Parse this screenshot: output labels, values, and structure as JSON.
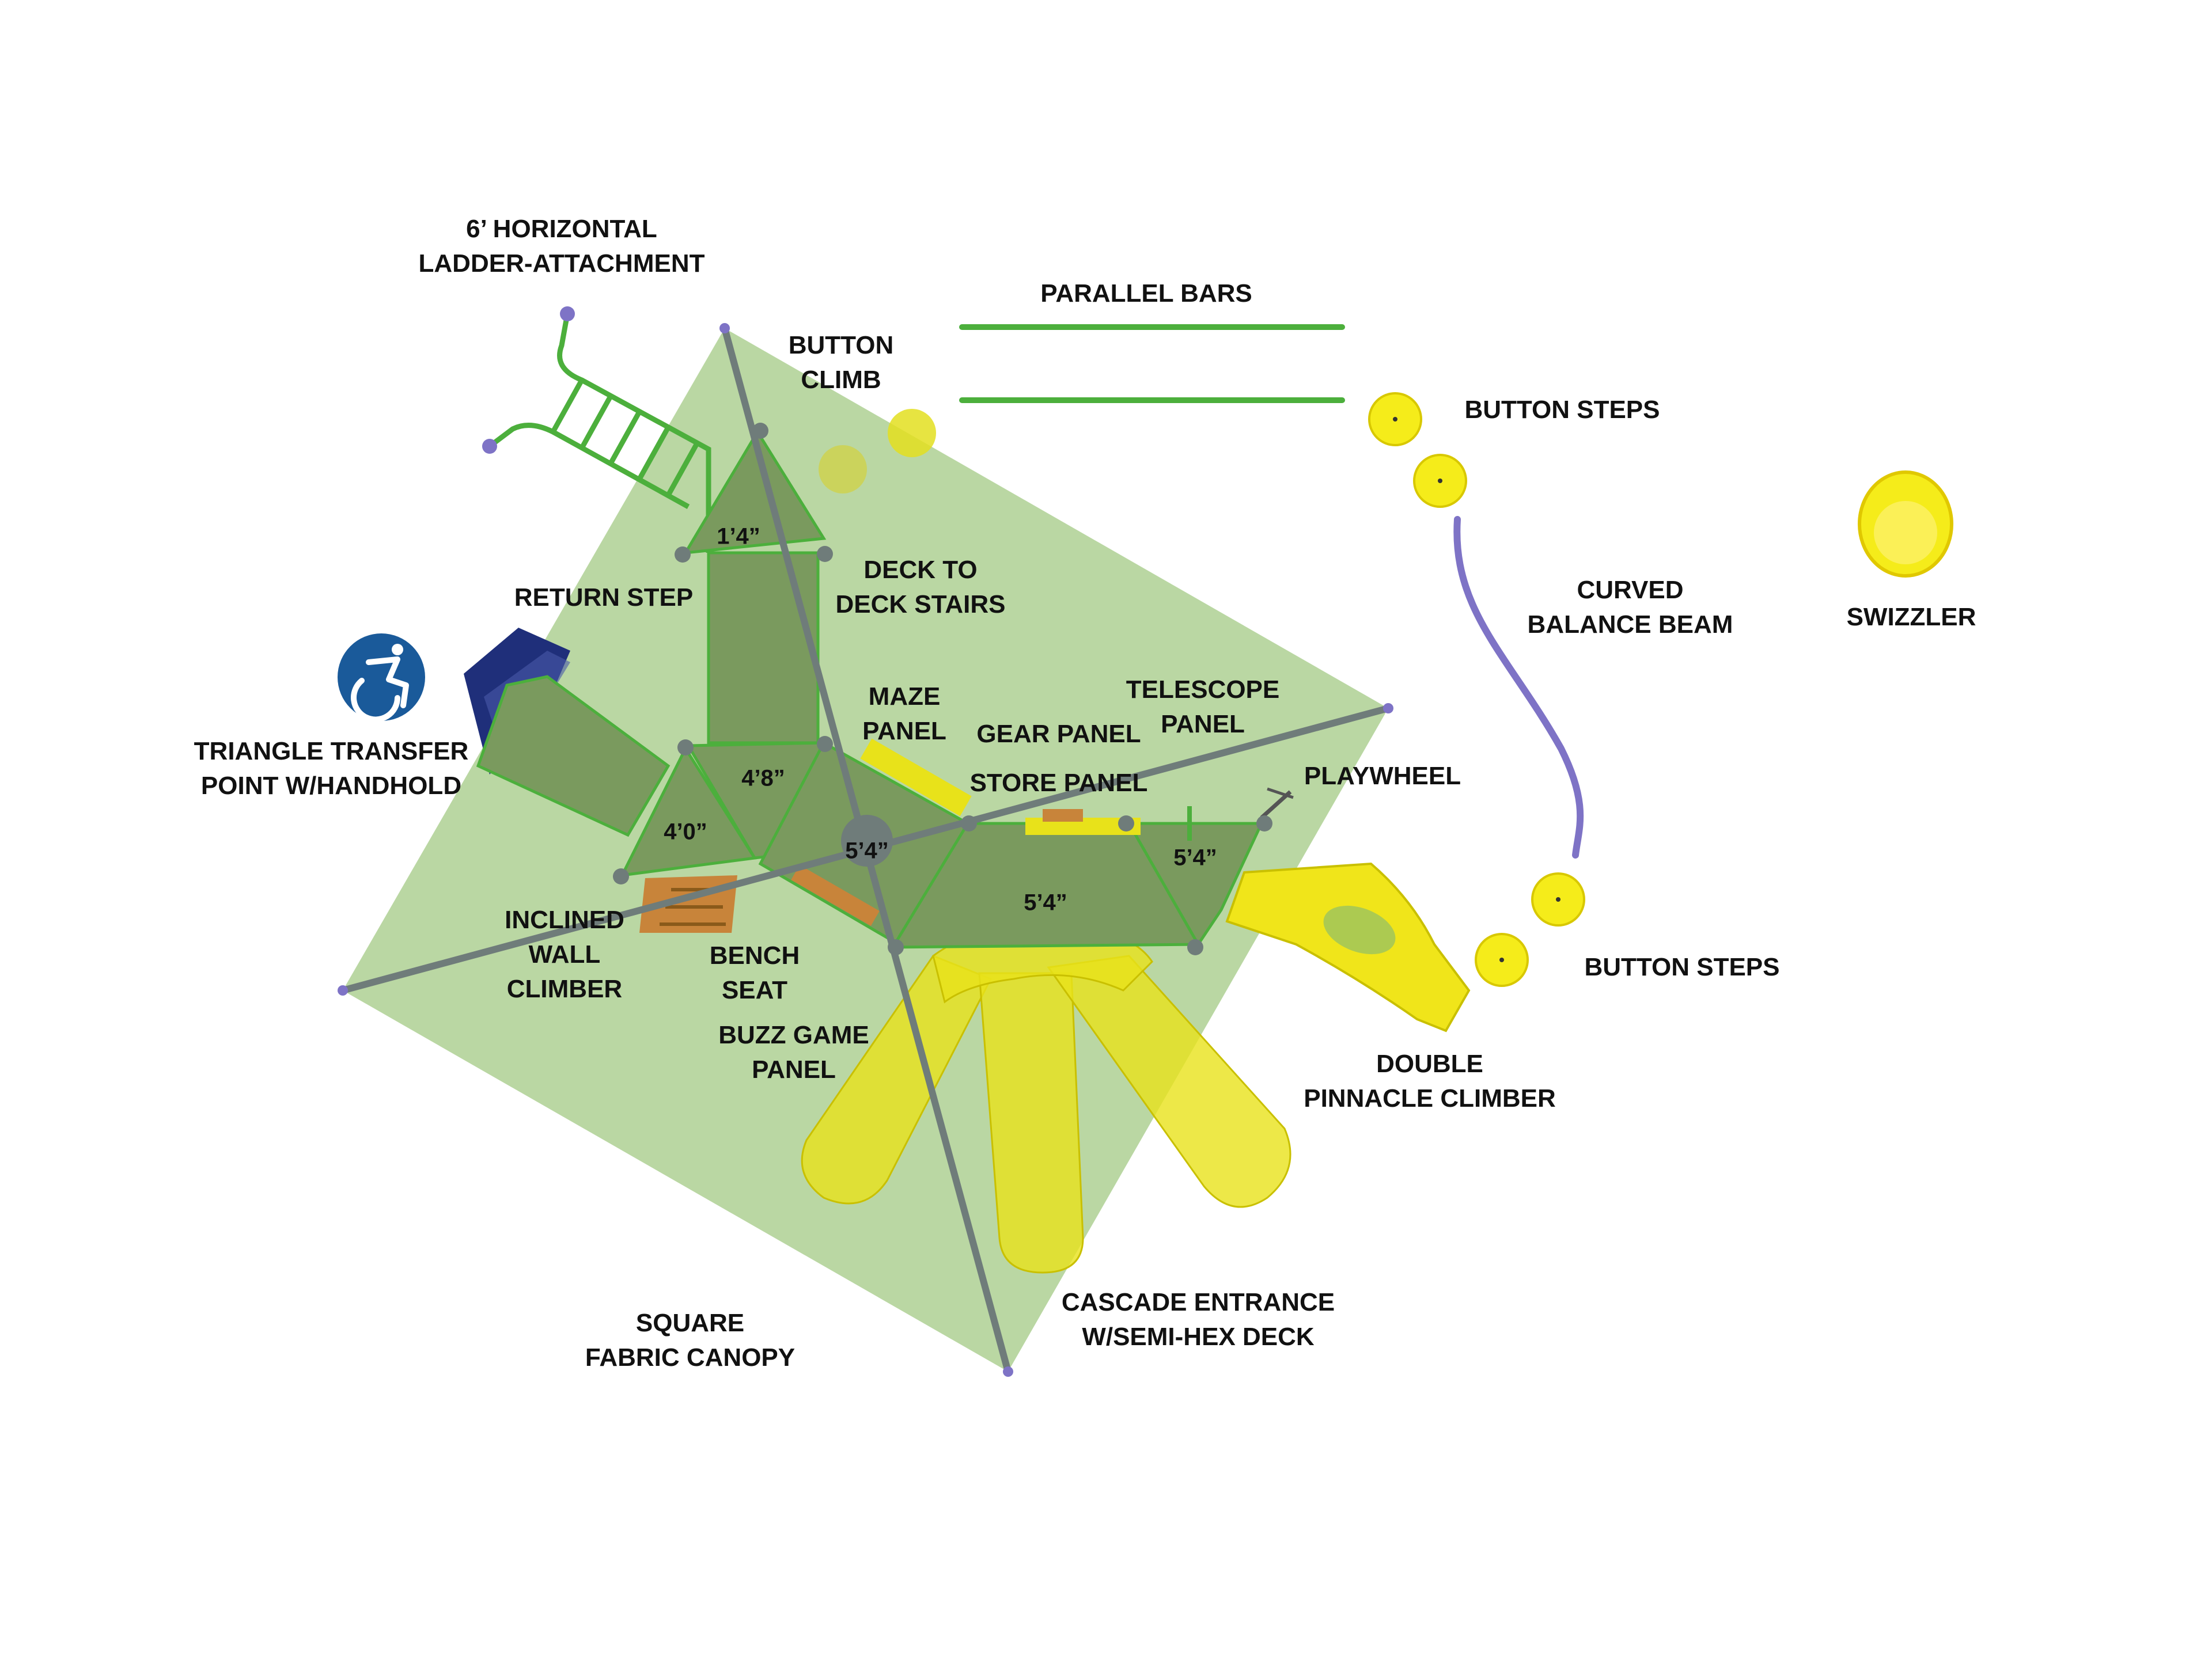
{
  "colors": {
    "canopy": "#8fbf6a",
    "deck": "#7a9a5e",
    "frame": "#4caf3c",
    "post": "#6f7c7a",
    "slide": "#e8e21a",
    "balance_beam": "#7e73c6",
    "transfer": "#1f2f7a",
    "accessibility": "#1a5a9a",
    "panel_orange": "#c8843a"
  },
  "icons": {
    "accessibility": "wheelchair-accessible-icon"
  },
  "labels": {
    "ladder": [
      "6’ HORIZONTAL",
      "LADDER-ATTACHMENT"
    ],
    "parallel_bars": [
      "PARALLEL BARS"
    ],
    "button_climb": [
      "BUTTON",
      "CLIMB"
    ],
    "button_steps_top": [
      "BUTTON STEPS"
    ],
    "deck_stairs": [
      "DECK TO",
      "DECK STAIRS"
    ],
    "return_step": [
      "RETURN STEP"
    ],
    "curved_beam": [
      "CURVED",
      "BALANCE BEAM"
    ],
    "swizzler": [
      "SWIZZLER"
    ],
    "triangle_transfer": [
      "TRIANGLE TRANSFER",
      "POINT W/HANDHOLD"
    ],
    "maze_panel": [
      "MAZE",
      "PANEL"
    ],
    "telescope_panel": [
      "TELESCOPE",
      "PANEL"
    ],
    "gear_panel": [
      "GEAR PANEL"
    ],
    "store_panel": [
      "STORE PANEL"
    ],
    "playwheel": [
      "PLAYWHEEL"
    ],
    "inclined_wall": [
      "INCLINED",
      "WALL",
      "CLIMBER"
    ],
    "bench_seat": [
      "BENCH",
      "SEAT"
    ],
    "buzz_game": [
      "BUZZ GAME",
      "PANEL"
    ],
    "button_steps_bottom": [
      "BUTTON STEPS"
    ],
    "double_pinnacle": [
      "DOUBLE",
      "PINNACLE CLIMBER"
    ],
    "canopy": [
      "SQUARE",
      "FABRIC CANOPY"
    ],
    "cascade": [
      "CASCADE ENTRANCE",
      "W/SEMI-HEX DECK"
    ]
  },
  "deck_heights": {
    "top_deck": "1’4”",
    "mid_deck": "4’8”",
    "left_deck": "4’0”",
    "center_hub": "5’4”",
    "main_deck": "5’4”",
    "right_deck": "5’4”"
  }
}
